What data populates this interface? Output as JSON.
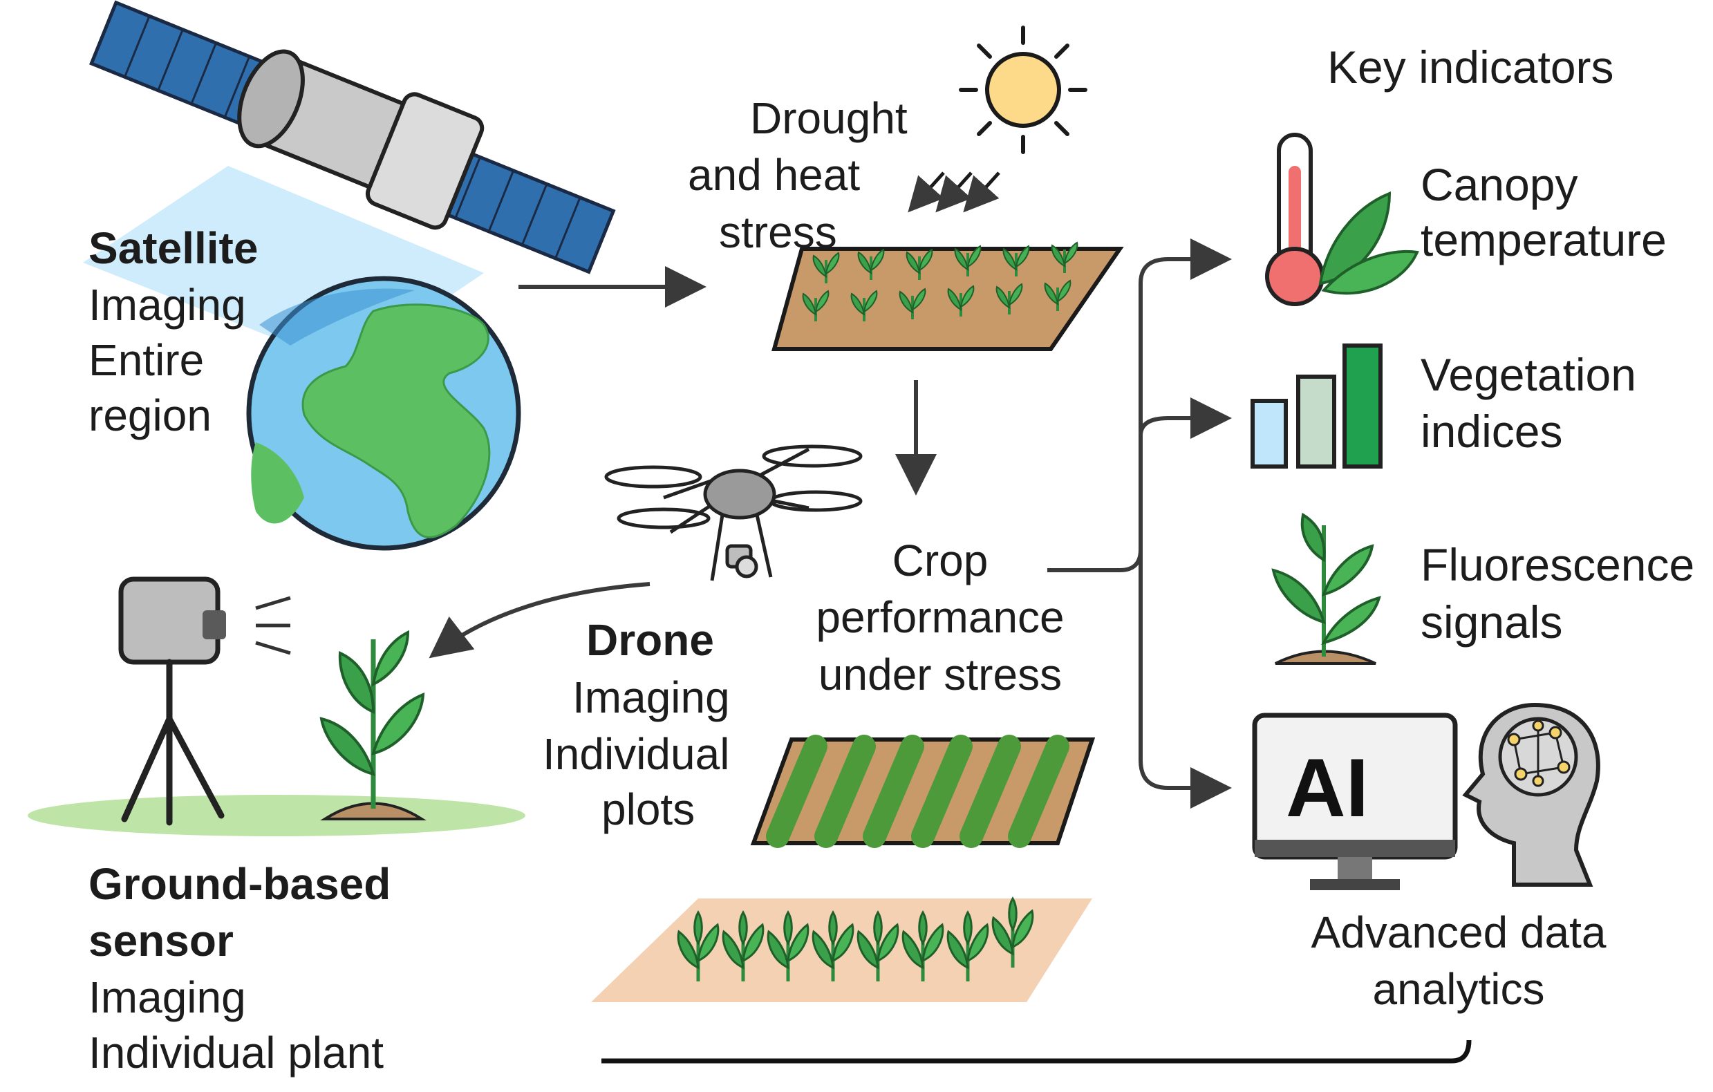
{
  "satellite": {
    "title": "Satellite",
    "line1": "Imaging",
    "line2": "Entire",
    "line3": "region"
  },
  "stress": {
    "line1": "Drought",
    "line2": "and heat",
    "line3": "stress"
  },
  "drone": {
    "title": "Drone",
    "line1": "Imaging",
    "line2": "Individual",
    "line3": "plots"
  },
  "crop": {
    "line1": "Crop",
    "line2": "performance",
    "line3": "under stress"
  },
  "ground": {
    "title1": "Ground-based",
    "title2": "sensor",
    "line1": "Imaging",
    "line2": "Individual plant"
  },
  "indicators": {
    "heading": "Key indicators",
    "canopy": {
      "line1": "Canopy",
      "line2": "temperature"
    },
    "vegetation": {
      "line1": "Vegetation",
      "line2": "indices"
    },
    "fluorescence": {
      "line1": "Fluorescence",
      "line2": "signals"
    }
  },
  "ai": {
    "screen_label": "AI",
    "caption1": "Advanced data",
    "caption2": "analytics"
  },
  "colors": {
    "leaf": "#3aa14a",
    "soil": "#d9a877",
    "ocean": "#7cc8ee",
    "land": "#5cbf62",
    "panel": "#2f6fae"
  }
}
